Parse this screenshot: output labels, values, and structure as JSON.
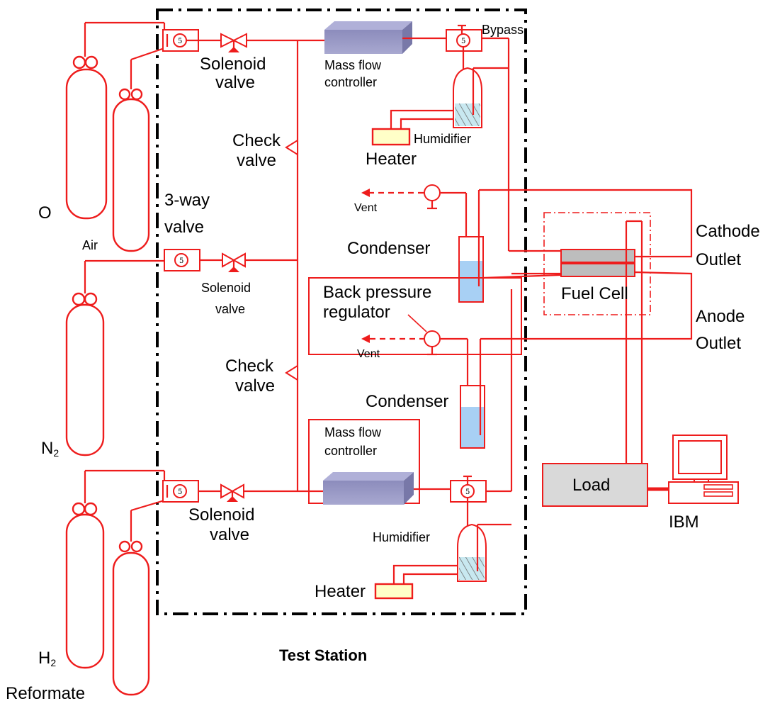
{
  "diagram": {
    "station_label": "Test Station",
    "cylinders": {
      "o2": "O",
      "air": "Air",
      "n2": "N",
      "h2": "H",
      "reformate": "Reformate"
    },
    "subscript_2": "2",
    "valves": {
      "solenoid_top_line1": "Solenoid",
      "solenoid_top_line2": "valve",
      "solenoid_mid_line1": "Solenoid",
      "solenoid_mid_line2": "valve",
      "solenoid_bot_line1": "Solenoid",
      "solenoid_bot_line2": "valve",
      "threeway_line1": "3-way",
      "threeway_line2": "valve",
      "check_top_line1": "Check",
      "check_top_line2": "valve",
      "check_bot_line1": "Check",
      "check_bot_line2": "valve",
      "bypass": "Bypass"
    },
    "components": {
      "mfc_top_line1": "Mass flow",
      "mfc_top_line2": "controller",
      "mfc_bot_line1": "Mass flow",
      "mfc_bot_line2": "controller",
      "humidifier_top": "Humidifier",
      "humidifier_bot": "Humidifier",
      "heater_top": "Heater",
      "heater_bot": "Heater",
      "condenser_top": "Condenser",
      "condenser_bot": "Condenser",
      "bpr_line1": "Back pressure",
      "bpr_line2": "regulator",
      "vent_top": "Vent",
      "vent_bot": "Vent",
      "fuel_cell": "Fuel Cell",
      "load": "Load",
      "computer": "IBM"
    },
    "outlets": {
      "cathode_line1": "Cathode",
      "cathode_line2": "Outlet",
      "anode_line1": "Anode",
      "anode_line2": "Outlet"
    },
    "colors": {
      "line": "#ee1c1c",
      "mfc_fill": "#9a9ac4",
      "water": "#a8d0f4",
      "heater": "#ffffc8",
      "fuel_cell": "#bdbdbd",
      "load": "#d9d9d9"
    }
  }
}
